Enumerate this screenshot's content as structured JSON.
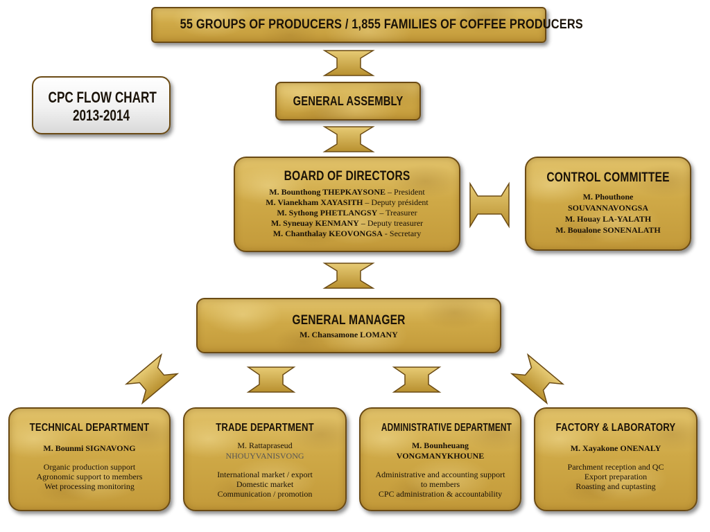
{
  "top": {
    "title": "55 GROUPS OF PRODUCERS / 1,855 FAMILIES OF COFFEE PRODUCERS"
  },
  "cpc": {
    "line1": "CPC FLOW CHART",
    "line2": "2013-2014"
  },
  "assembly": {
    "title": "GENERAL ASSEMBLY"
  },
  "board": {
    "title": "BOARD OF DIRECTORS",
    "members": [
      {
        "name": "M. Bounthong THEPKAYSONE",
        "role": " – President"
      },
      {
        "name": "M. Vianekham XAYASITH",
        "role": " – Deputy président"
      },
      {
        "name": "M. Sythong PHETLANGSY",
        "role": " – Treasurer"
      },
      {
        "name": "M. Syneuay KENMANY",
        "role": " – Deputy treasurer"
      },
      {
        "name": "M. Chanthalay KEOVONGSA",
        "role": " - Secretary"
      }
    ]
  },
  "control": {
    "title": "CONTROL COMMITTEE",
    "lines": [
      "M. Phouthone",
      "SOUVANNAVONGSA",
      "M. Houay LA-YALATH",
      "M. Boualone SONENALATH"
    ]
  },
  "manager": {
    "title": "GENERAL MANAGER",
    "name": "M. Chansamone LOMANY"
  },
  "departments": [
    {
      "title": "TECHNICAL DEPARTMENT",
      "head": [
        "M. Bounmi SIGNAVONG"
      ],
      "duties": [
        "Organic production support",
        "Agronomic support to members",
        "Wet processing monitoring"
      ]
    },
    {
      "title": "TRADE DEPARTMENT",
      "head": [
        "M. Rattapraseud",
        "NHOUYVANISVONG"
      ],
      "duties": [
        "International market / export",
        "Domestic market",
        "Communication / promotion"
      ]
    },
    {
      "title": "ADMINISTRATIVE DEPARTMENT",
      "head": [
        "M. Bounheuang",
        "VONGMANYKHOUNE"
      ],
      "duties": [
        "Administrative and accounting support",
        "to members",
        "CPC administration & accountability"
      ]
    },
    {
      "title": "FACTORY & LABORATORY",
      "head": [
        "M. Xayakone ONENALY"
      ],
      "duties": [
        "Parchment reception and QC",
        "Export preparation",
        "Roasting and cuptasting"
      ]
    }
  ],
  "colors": {
    "gold": "#cfa947",
    "border": "#6a4a14",
    "text": "#1a1208"
  }
}
